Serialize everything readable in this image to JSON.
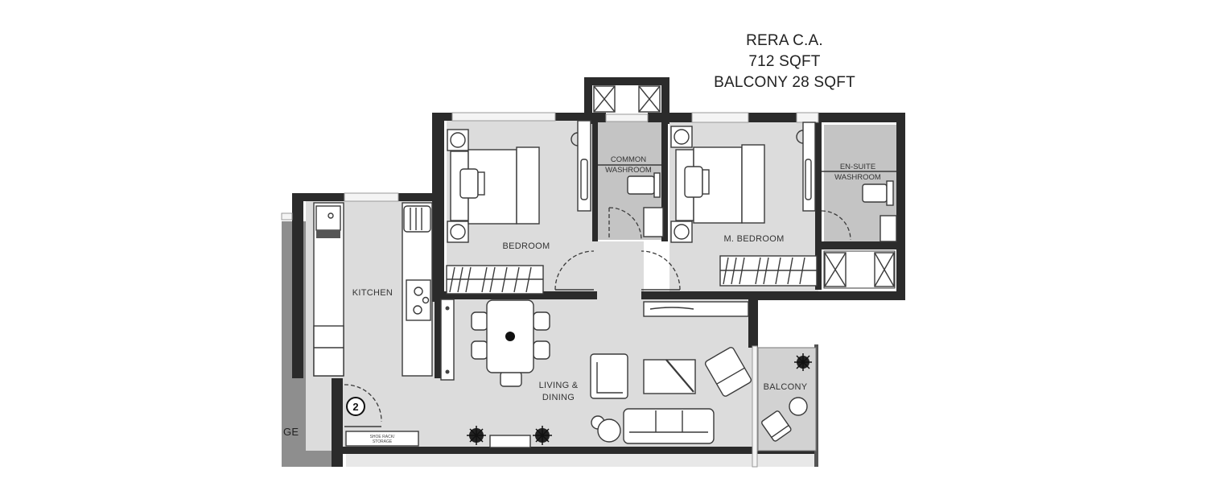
{
  "area_summary": {
    "line1": "RERA C.A.",
    "line2": "712 SQFT",
    "line3": "BALCONY 28 SQFT"
  },
  "rooms": {
    "bedroom": "BEDROOM",
    "common_washroom_l1": "COMMON",
    "common_washroom_l2": "WASHROOM",
    "master_bedroom": "M. BEDROOM",
    "ensuite_washroom_l1": "EN-SUITE",
    "ensuite_washroom_l2": "WASHROOM",
    "kitchen": "KITCHEN",
    "living_l1": "LIVING &",
    "living_l2": "DINING",
    "balcony": "BALCONY",
    "adjacent_partial": "GE",
    "storage_l1": "SHOE RACK/",
    "storage_l2": "STORAGE"
  },
  "markers": {
    "entry_number": "2"
  },
  "colors": {
    "wall": "#2b2b2b",
    "floor": "#dcdcdc",
    "wet_area": "#c4c4c4",
    "adjacent_block": "#8e8e8e",
    "furniture": "#ffffff"
  }
}
